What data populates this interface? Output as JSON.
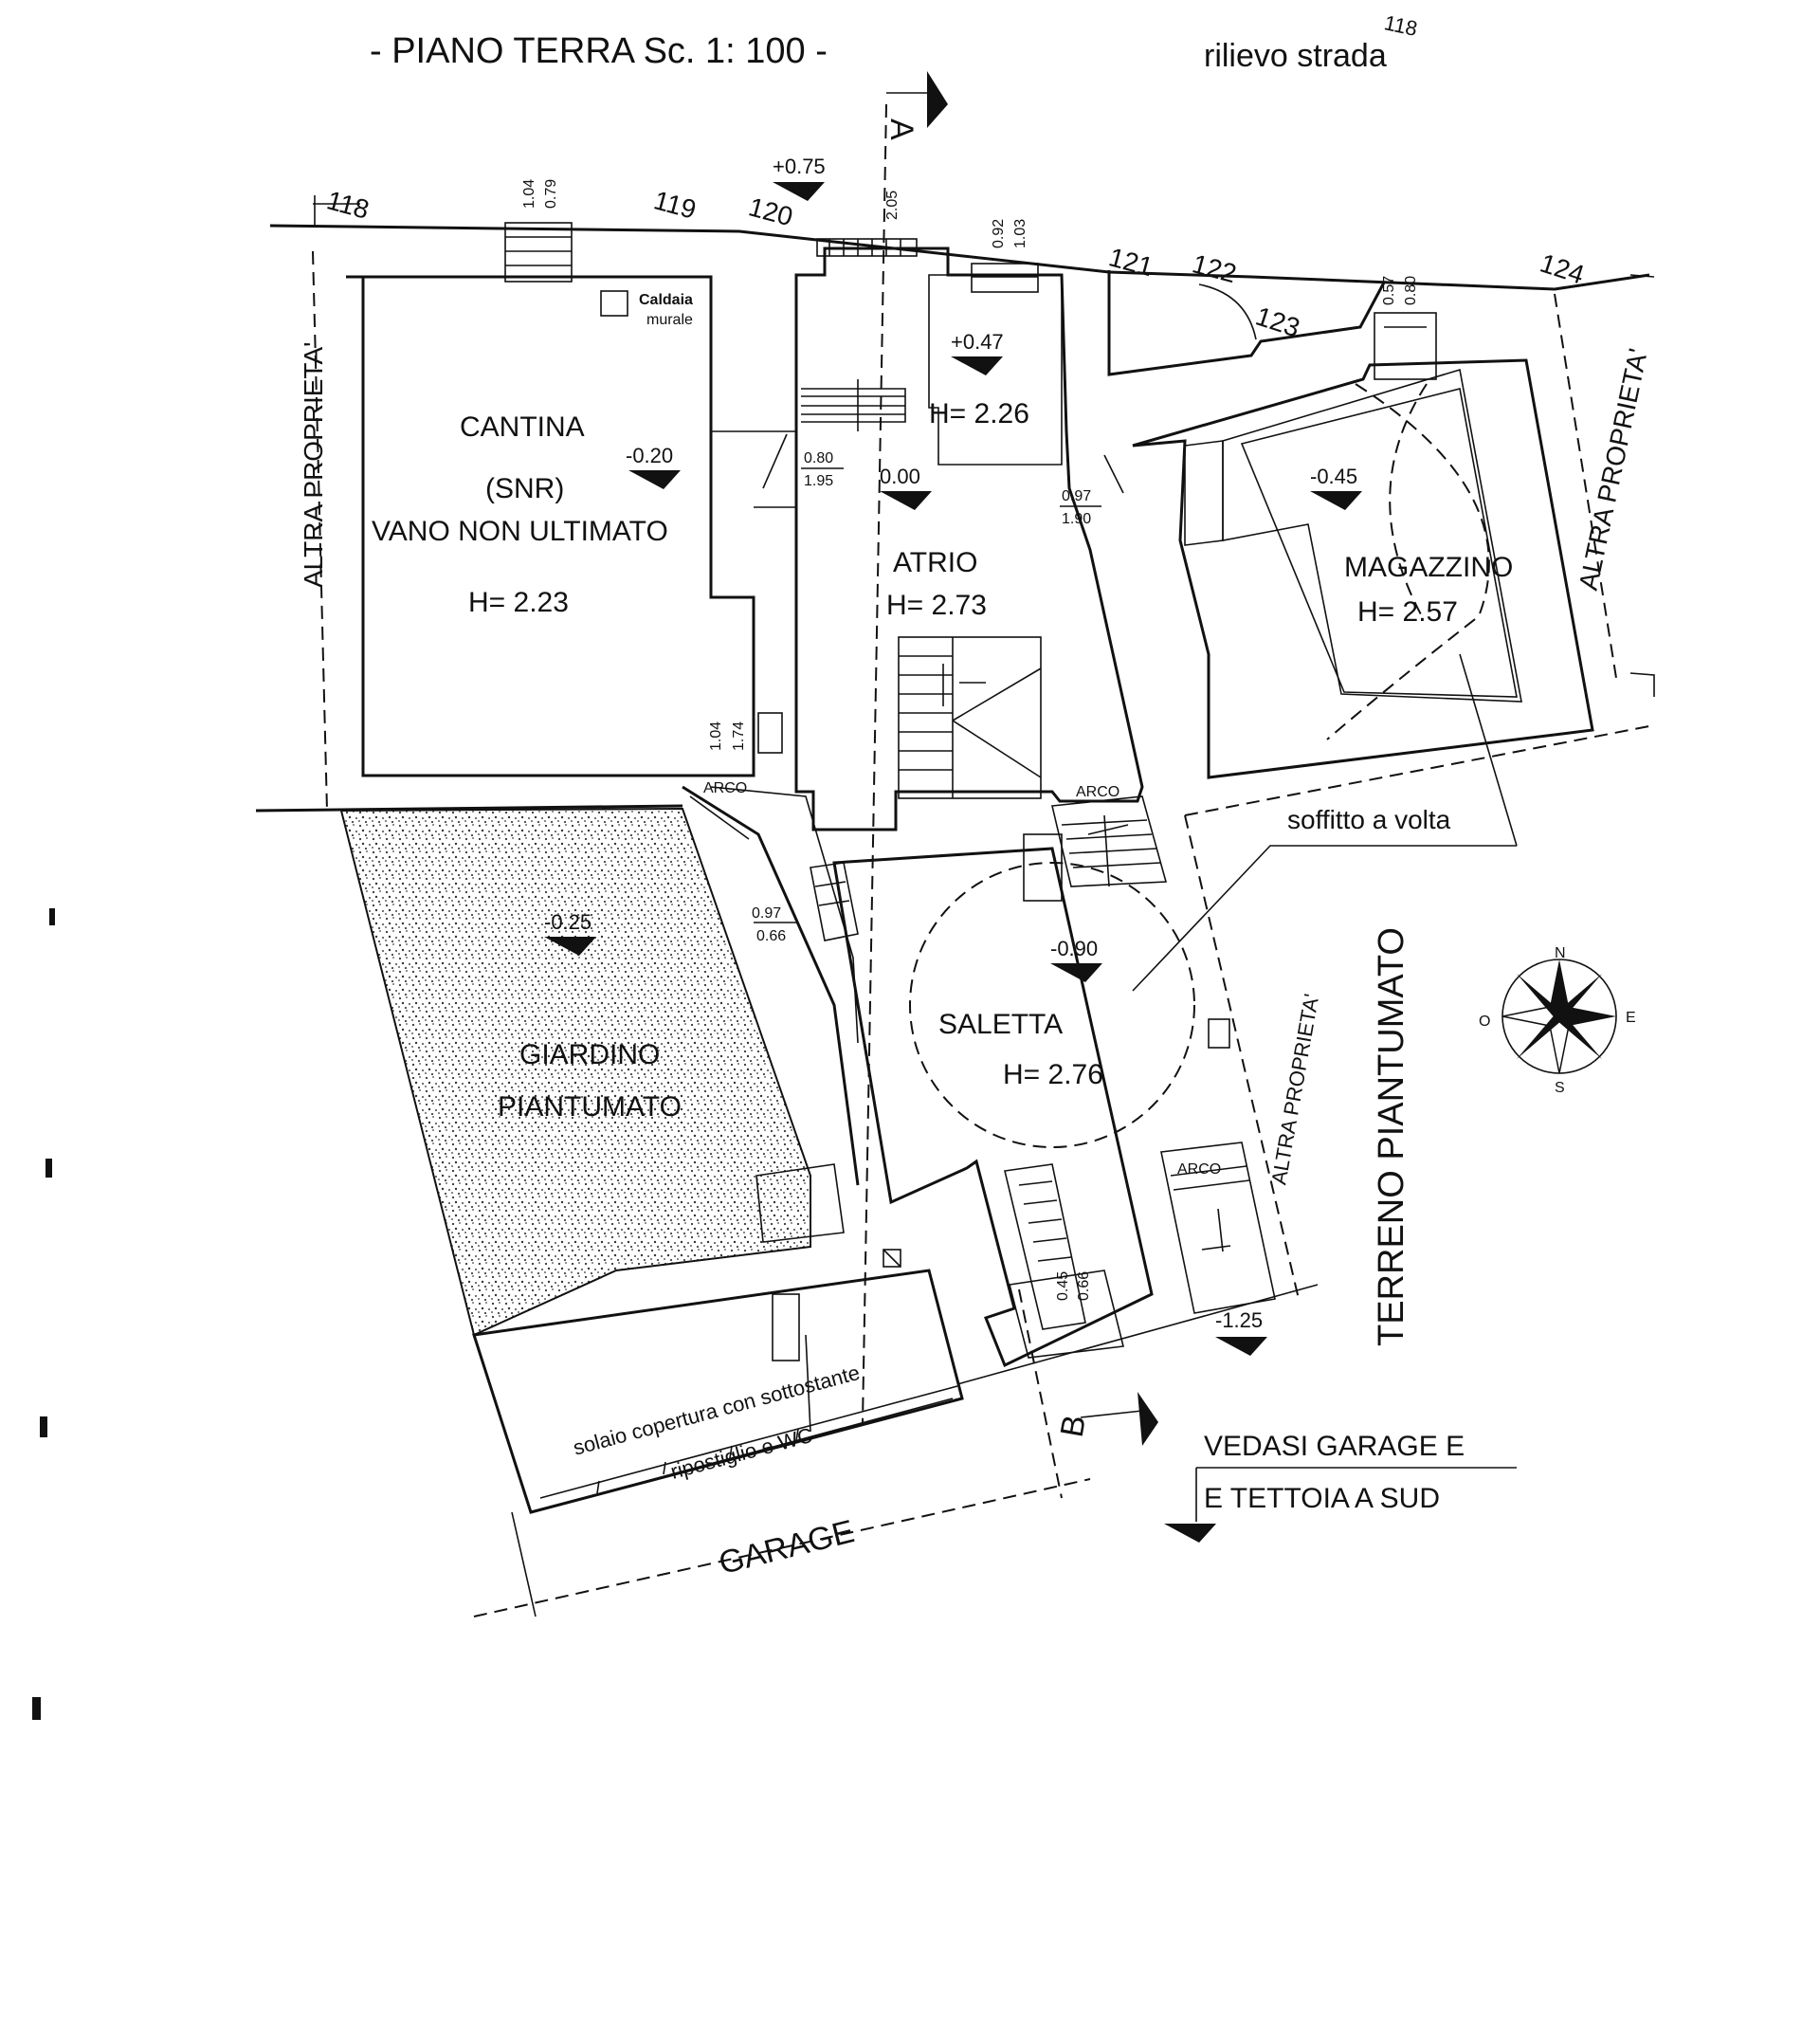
{
  "header": {
    "title": "- PIANO TERRA  Sc. 1: 100 -",
    "road": "rilievo strada",
    "road_num": "118"
  },
  "street_numbers": [
    "118",
    "119",
    "120",
    "121",
    "122",
    "123",
    "124"
  ],
  "section_marks": {
    "a": "A",
    "b": "B"
  },
  "property_labels": [
    "ALTRA  PROPRIETA'",
    "ALTRA  PROPRIETA'",
    "ALTRA  PROPRIETA'"
  ],
  "rooms": {
    "cantina": {
      "name": "CANTINA",
      "sub": "(SNR)",
      "note": "VANO NON ULTIMATO",
      "height": "H= 2.23",
      "level": "-0.20"
    },
    "atrio": {
      "name": "ATRIO",
      "height": "H= 2.73",
      "level": "0.00"
    },
    "upper": {
      "height": "H= 2.26",
      "level": "+0.47"
    },
    "entrance_level": "+0.75",
    "magazzino": {
      "name": "MAGAZZINO",
      "height": "H= 2.57",
      "level": "-0.45"
    },
    "saletta": {
      "name": "SALETTA",
      "height": "H= 2.76",
      "level": "-0.90"
    },
    "giardino": {
      "name": "GIARDINO",
      "sub": "PIANTUMATO",
      "level": "-0.25"
    },
    "south_level": "-1.25"
  },
  "annotations": {
    "caldaia_1": "Caldaia",
    "caldaia_2": "murale",
    "soffitto": "soffitto a volta",
    "terreno": "TERRENO  PIANTUMATO",
    "solaio_1": "solaio copertura con sottostante",
    "solaio_2": "ripostiglio e WC",
    "garage": "GARAGE",
    "vedasi_1": "VEDASI GARAGE E",
    "vedasi_2": "E TETTOIA A SUD",
    "arco": "ARCO"
  },
  "openings": {
    "w1": [
      "1.04",
      "0.79"
    ],
    "w2": [
      "2.05"
    ],
    "w3": [
      "0.92",
      "1.03"
    ],
    "w4": [
      "0.57",
      "0.80"
    ],
    "d1": [
      "0.80",
      "1.95"
    ],
    "d2": [
      "0.97",
      "1.90"
    ],
    "d3": [
      "1.04",
      "1.74"
    ],
    "d4": [
      "0.97",
      "0.66"
    ],
    "d5": [
      "0.45",
      "0.66"
    ]
  },
  "compass": {
    "n": "N",
    "s": "S",
    "e": "E",
    "o": "O"
  }
}
